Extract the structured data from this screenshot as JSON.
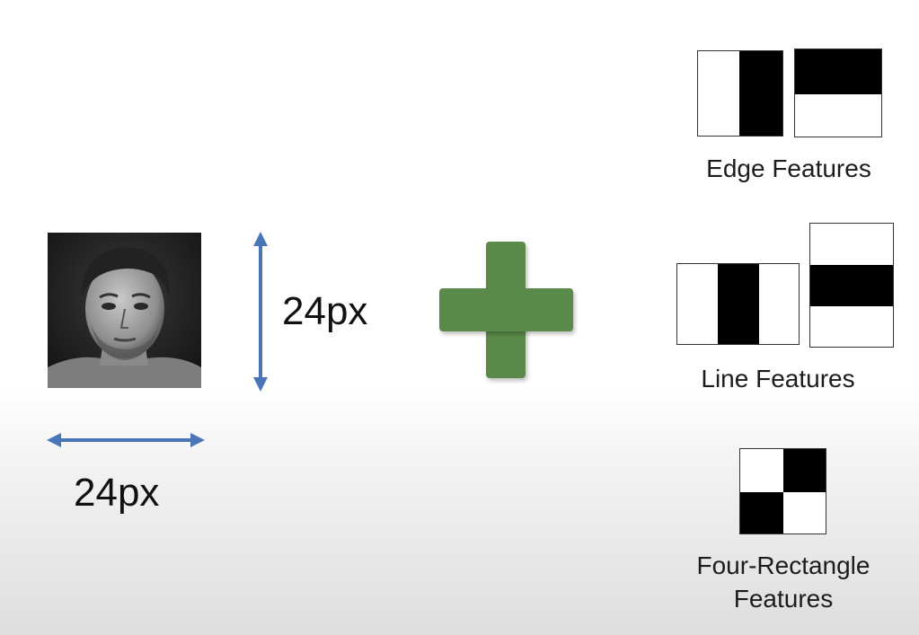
{
  "dimensions": {
    "height_label": "24px",
    "width_label": "24px"
  },
  "colors": {
    "arrow": "#4a76b8",
    "plus": "#5a8a4a",
    "feature_dark": "#000000",
    "feature_light": "#ffffff"
  },
  "icons": {
    "vertical_arrow": "double-headed-vertical-arrow",
    "horizontal_arrow": "double-headed-horizontal-arrow",
    "plus": "plus-sign"
  },
  "features": {
    "edge": {
      "label": "Edge Features"
    },
    "line": {
      "label": "Line Features"
    },
    "four_rectangle": {
      "label_line1": "Four-Rectangle",
      "label_line2": "Features"
    }
  }
}
